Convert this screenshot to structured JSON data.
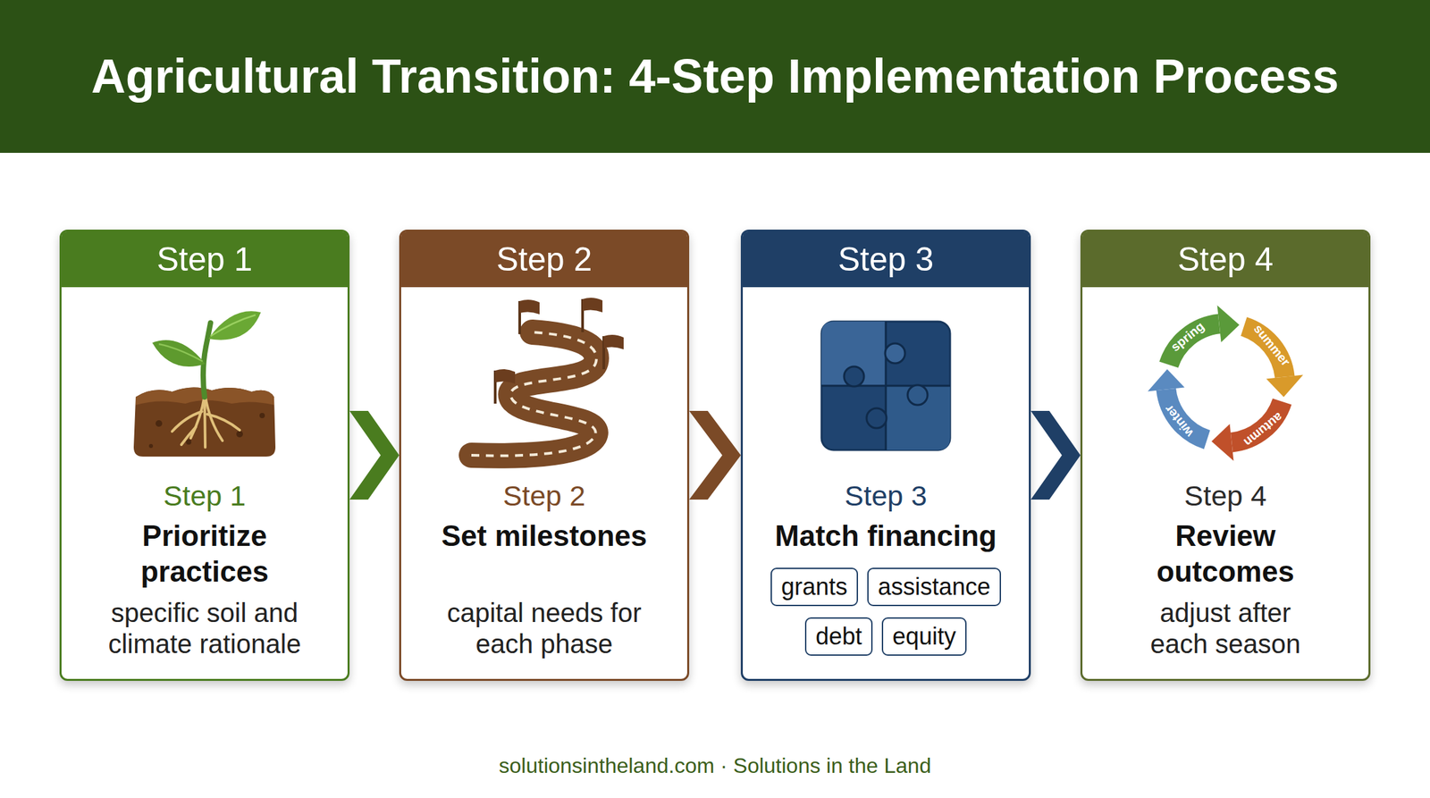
{
  "diagram": {
    "title": "Agricultural Transition: 4-Step Implementation Process",
    "caption": "solutionsintheland.com · Solutions in the Land",
    "nodes": [
      {
        "text": [
          "Step 1",
          "Step 1",
          "Prioritize practices",
          "specific soil and climate rationale"
        ]
      },
      {
        "text": [
          "Step 2",
          "Step 2",
          "Set milestones",
          "capital needs for each phase"
        ]
      },
      {
        "text": [
          "Step 3",
          "Step 3",
          "Match financing"
        ]
      },
      {
        "text": [
          "grants"
        ],
        "in": 2
      },
      {
        "text": [
          "assistance"
        ],
        "in": 2
      },
      {
        "text": [
          "debt"
        ],
        "in": 2
      },
      {
        "text": [
          "equity"
        ],
        "in": 2
      },
      {
        "text": [
          "Step 4",
          "Step 4",
          "Review outcomes",
          "adjust after each season"
        ]
      }
    ],
    "edges": [
      {
        "from": 0,
        "to": 1,
        "arrow": "to"
      },
      {
        "from": 1,
        "to": 2,
        "arrow": "to"
      },
      {
        "from": 2,
        "to": 7,
        "arrow": "to"
      }
    ],
    "labels": [
      "spring",
      "summer",
      "autumn",
      "winter"
    ]
  }
}
